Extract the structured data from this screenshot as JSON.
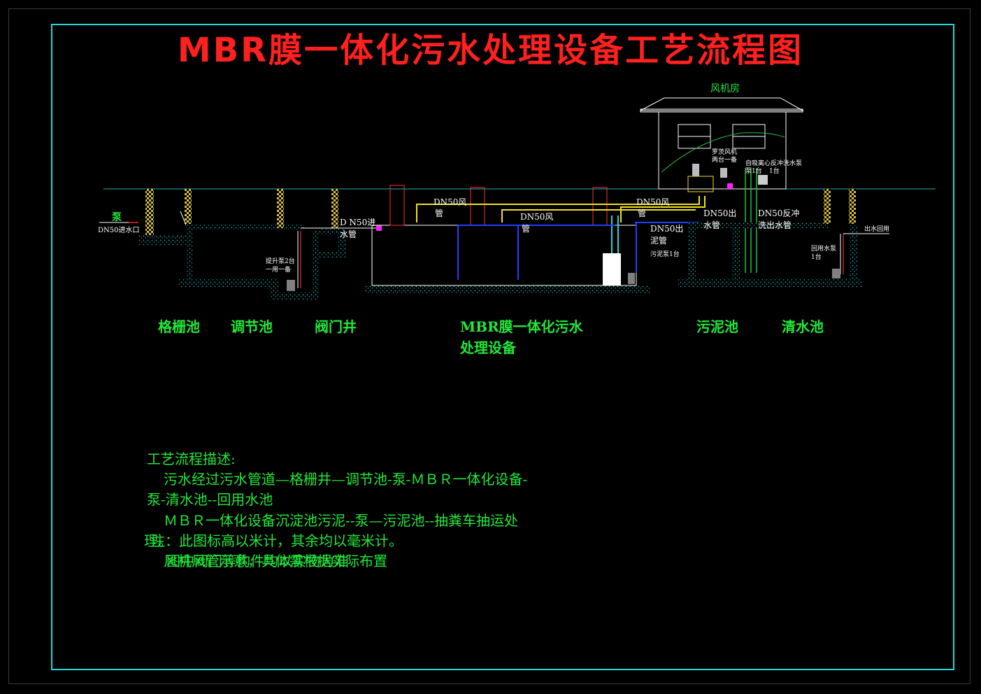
{
  "title": "MBR膜一体化污水处理设备工艺流程图",
  "colors": {
    "background": "#000000",
    "frame": "#22d8d8",
    "title": "#ff2020",
    "label": "#22e83a",
    "air_pipe": "#f0e020",
    "water_pipe": "#2040ff",
    "concrete": "#20b0b0"
  },
  "building_label": "风机房",
  "stage_labels": {
    "grid_tank": "格栅池",
    "regulating_tank": "调节池",
    "valve_well": "阀门井",
    "mbr_line1": "MBR膜一体化污水",
    "mbr_line2": "处理设备",
    "sludge_tank": "污泥池",
    "clear_water_tank": "清水池"
  },
  "pipe_labels": {
    "inlet_pump_char": "泵",
    "inlet": "DN50进水口",
    "dn50_inlet_line1": "D N50进",
    "dn50_inlet_line2": "水管",
    "air_pipe_1_line1": "DN50风",
    "air_pipe_1_line2": "管",
    "air_pipe_2_line1": "DN50风",
    "air_pipe_2_line2": "管",
    "air_pipe_3_line1": "DN50风",
    "air_pipe_3_line2": "管",
    "outlet_line1": "DN50出",
    "outlet_line2": "水管",
    "sludge_line1": "DN50出",
    "sludge_line2": "泥管",
    "backwash_line1": "DN50反冲",
    "backwash_line2": "洗出水管",
    "reuse_outlet": "出水回用"
  },
  "equipment_labels": {
    "lift_pump_line1": "提升泵2台",
    "lift_pump_line2": "一用一备",
    "sludge_pump": "污泥泵1台",
    "reuse_pump_line1": "回用水泵",
    "reuse_pump_line2": "1台",
    "blower_line1": "罗茨风机",
    "blower_line2": "两台一备",
    "backwash_pump_line1": "自吸离心反冲洗水泵",
    "backwash_pump_line2": "泵1台",
    "backwash_pump_line3": "1台"
  },
  "description": {
    "heading": "工艺流程描述:",
    "line1": "污水经过污水管道—格栅井—调节池-泵-ＭＢＲ一体化设备-",
    "line2": "泵-清水池--回用水池",
    "line3": "ＭＢＲ一体化设备沉淀池污泥--泵—污泥池--抽粪车抽运处",
    "line4": "理。",
    "note_line1": "注：此图标高以米计，其余均以毫米计。",
    "note_line2": "风机风管示意，具体需根据实际布置",
    "note_line3": "图中阀门等构件均以实物为准"
  }
}
